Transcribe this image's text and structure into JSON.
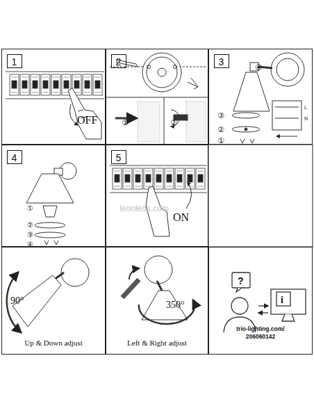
{
  "diagram": {
    "nodes": [
      {
        "text": [
          "OFF"
        ]
      },
      {
        "text": [
          "1"
        ],
        "in": 0
      },
      {
        "text": [
          "①",
          "②"
        ]
      },
      {
        "text": [
          "2"
        ],
        "in": 2
      },
      {
        "text": [
          "④",
          "③",
          "②",
          "①",
          "L",
          "N"
        ]
      },
      {
        "text": [
          "3"
        ],
        "in": 4
      },
      {
        "text": [
          "①",
          "②",
          "③",
          "④"
        ]
      },
      {
        "text": [
          "4"
        ],
        "in": 6
      },
      {
        "text": [
          "ON"
        ]
      },
      {
        "text": [
          "5"
        ],
        "in": 8
      },
      {
        "text": [
          "90°",
          "Up & Down adjust"
        ]
      },
      {
        "text": [
          "350°",
          "Left & Right adjust"
        ]
      },
      {
        "text": [
          "?",
          "i",
          "trio-lighting.com/",
          "206060142"
        ]
      }
    ],
    "labels": [
      "leonleds.com"
    ]
  }
}
